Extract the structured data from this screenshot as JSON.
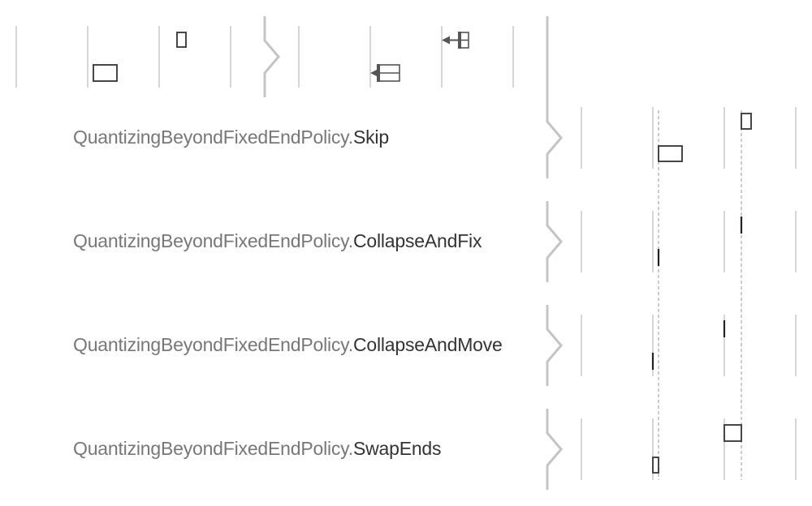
{
  "colors": {
    "grid": "#cccccc",
    "separator": "#c4c4c4",
    "mark_outline": "#333333",
    "arrow": "#666666",
    "dashed_guide": "#b5b5b5",
    "prefix_text": "#777777",
    "member_text": "#333333"
  },
  "policies": [
    {
      "prefix": "QuantizingBeyondFixedEndPolicy.",
      "name": "Skip"
    },
    {
      "prefix": "QuantizingBeyondFixedEndPolicy.",
      "name": "CollapseAndFix"
    },
    {
      "prefix": "QuantizingBeyondFixedEndPolicy.",
      "name": "CollapseAndMove"
    },
    {
      "prefix": "QuantizingBeyondFixedEndPolicy.",
      "name": "SwapEnds"
    }
  ]
}
